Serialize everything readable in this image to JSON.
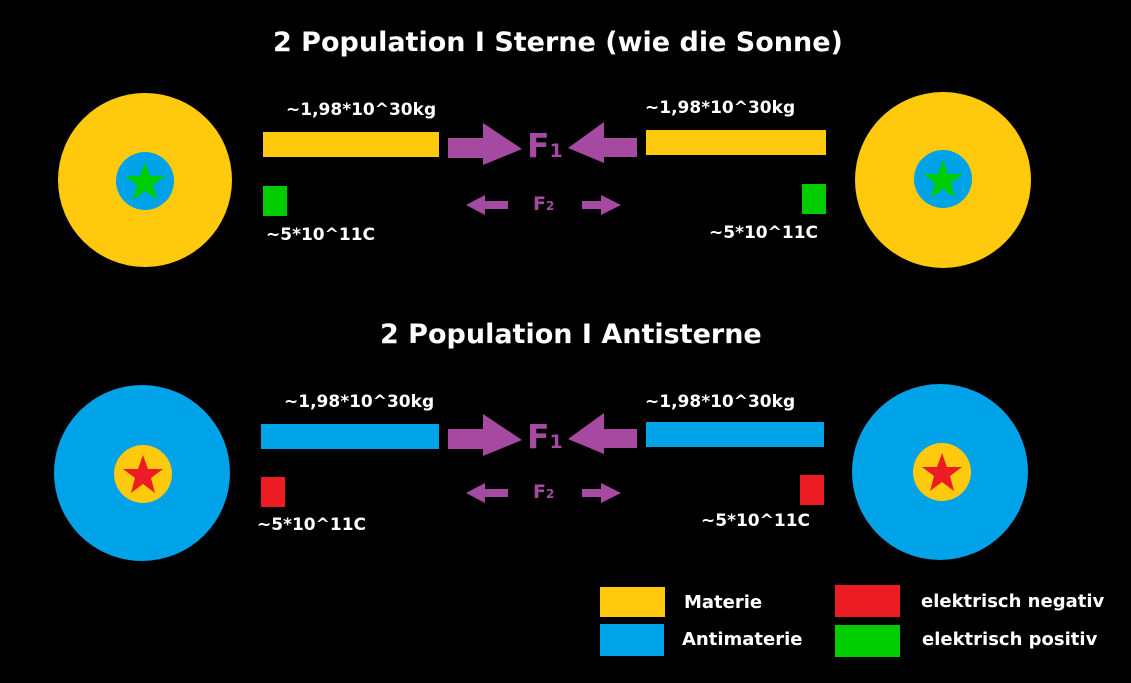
{
  "colors": {
    "background": "#000000",
    "matter": "#ffc90e",
    "antimatter": "#00a2e8",
    "negative": "#ed1c24",
    "positive": "#00cc00",
    "force": "#a54aa0",
    "text": "#ffffff"
  },
  "panels": [
    {
      "title": "2 Population I Sterne (wie die Sonne)",
      "type": "matter",
      "left_mass": "~1,98*10^30kg",
      "right_mass": "~1,98*10^30kg",
      "left_charge": "~5*10^11C",
      "right_charge": "~5*10^11C",
      "force_1": "F",
      "force_1_sub": "1",
      "force_2": "F",
      "force_2_sub": "2"
    },
    {
      "title": "2 Population I Antisterne",
      "type": "antimatter",
      "left_mass": "~1,98*10^30kg",
      "right_mass": "~1,98*10^30kg",
      "left_charge": "~5*10^11C",
      "right_charge": "~5*10^11C",
      "force_1": "F",
      "force_1_sub": "1",
      "force_2": "F",
      "force_2_sub": "2"
    }
  ],
  "legend": [
    {
      "label": "Materie",
      "color": "#ffc90e"
    },
    {
      "label": "Antimaterie",
      "color": "#00a2e8"
    },
    {
      "label": "elektrisch negativ",
      "color": "#ed1c24"
    },
    {
      "label": "elektrisch positiv",
      "color": "#00cc00"
    }
  ]
}
